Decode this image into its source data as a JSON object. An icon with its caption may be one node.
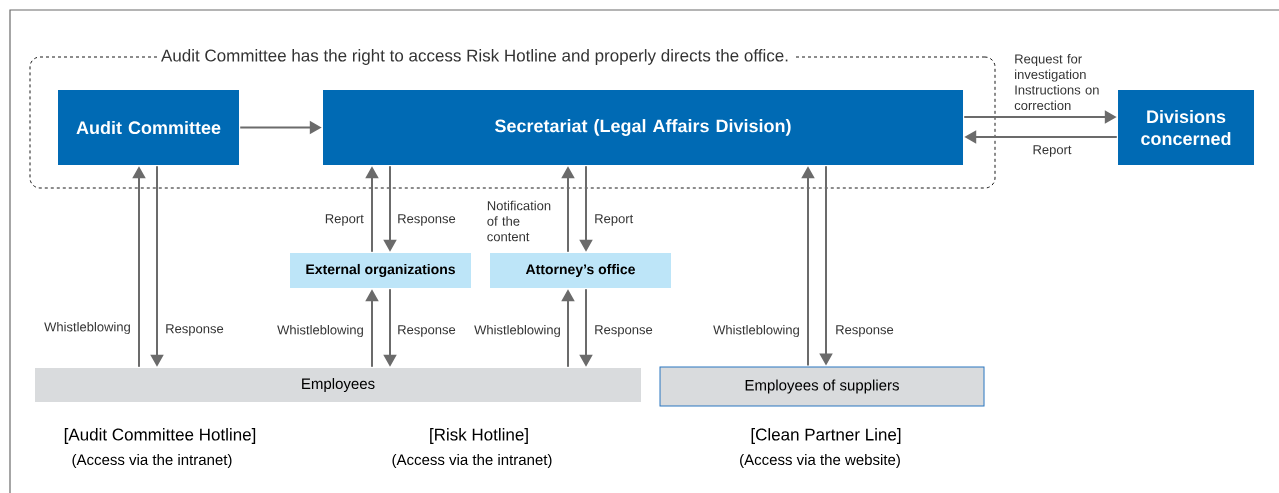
{
  "diagram": {
    "nodes": [
      {
        "text": [
          "Audit Committee has the right to access Risk Hotline and properly directs the office."
        ]
      },
      {
        "text": [
          "Audit Committee"
        ],
        "in": 0
      },
      {
        "text": [
          "Secretariat (Legal Affairs Division)"
        ],
        "in": 0
      },
      {
        "text": [
          "Divisions concerned"
        ]
      },
      {
        "text": [
          "External organizations"
        ]
      },
      {
        "text": [
          "Attorney’s office"
        ]
      },
      {
        "text": [
          "Employees"
        ]
      },
      {
        "text": [
          "Employees of suppliers"
        ]
      }
    ],
    "edges": [
      {
        "from": 1,
        "to": 2,
        "arrow": "to"
      },
      {
        "from": 2,
        "to": 3,
        "arrow": "to",
        "label": "Request for investigation Instructions on correction"
      },
      {
        "from": 3,
        "to": 2,
        "arrow": "to",
        "label": "Report"
      },
      {
        "from": 6,
        "to": 1,
        "arrow": "to",
        "label": "Whistleblowing"
      },
      {
        "from": 1,
        "to": 6,
        "arrow": "to",
        "label": "Response"
      },
      {
        "from": 4,
        "to": 2,
        "arrow": "to",
        "label": "Report"
      },
      {
        "from": 2,
        "to": 4,
        "arrow": "to",
        "label": "Response"
      },
      {
        "from": 5,
        "to": 2,
        "arrow": "to",
        "label": "Notification of the content"
      },
      {
        "from": 2,
        "to": 5,
        "arrow": "to",
        "label": "Report"
      },
      {
        "from": 6,
        "to": 4,
        "arrow": "to",
        "label": "Whistleblowing"
      },
      {
        "from": 4,
        "to": 6,
        "arrow": "to",
        "label": "Response"
      },
      {
        "from": 6,
        "to": 5,
        "arrow": "to",
        "label": "Whistleblowing"
      },
      {
        "from": 5,
        "to": 6,
        "arrow": "to",
        "label": "Response"
      },
      {
        "from": 7,
        "to": 2,
        "arrow": "to",
        "label": "Whistleblowing"
      },
      {
        "from": 2,
        "to": 7,
        "arrow": "to",
        "label": "Response"
      }
    ],
    "labels": [
      "[Audit Committee Hotline]",
      "(Access via the intranet)",
      "[Risk Hotline]",
      "(Access via the intranet)",
      "[Clean Partner Line]",
      "(Access via the website)"
    ]
  }
}
